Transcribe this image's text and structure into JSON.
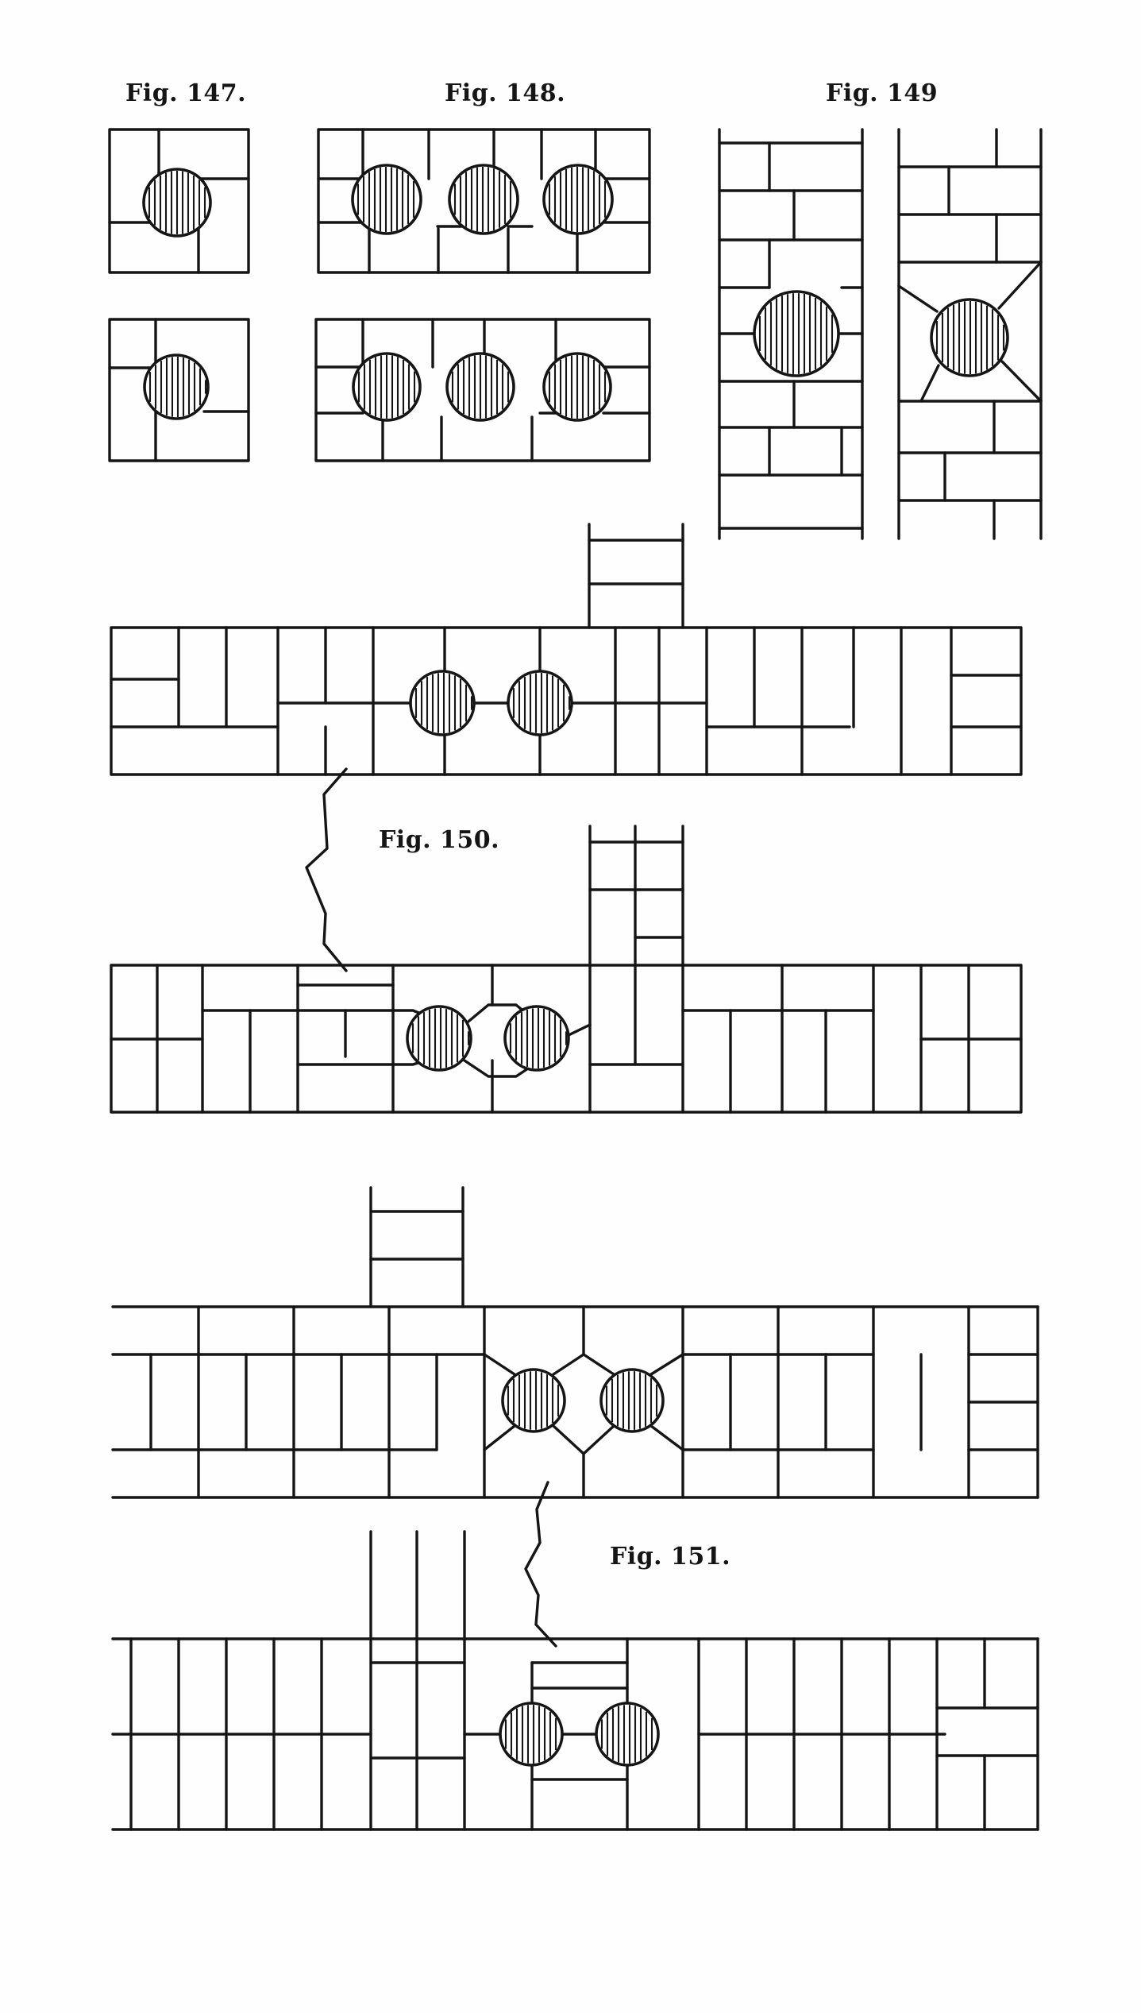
{
  "labels": {
    "fig147": "Fig. 147.",
    "fig148": "Fig. 148.",
    "fig149": "Fig. 149",
    "fig150": "Fig. 150.",
    "fig151": "Fig. 151."
  },
  "style": {
    "ink": "#151515",
    "paper": "#fefefe"
  }
}
